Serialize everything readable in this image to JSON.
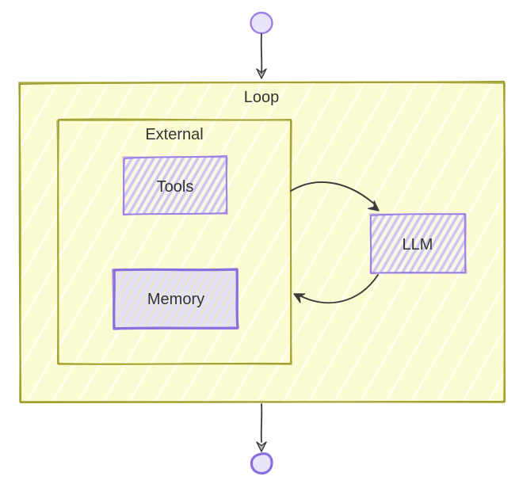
{
  "diagram": {
    "type": "flowchart",
    "direction": "top-down",
    "nodes": {
      "start": {
        "shape": "circle",
        "label": ""
      },
      "loop": {
        "shape": "container",
        "label": "Loop"
      },
      "external": {
        "shape": "container",
        "label": "External",
        "parent": "loop"
      },
      "tools": {
        "shape": "rect",
        "label": "Tools",
        "parent": "external"
      },
      "memory": {
        "shape": "rect",
        "label": "Memory",
        "parent": "external"
      },
      "llm": {
        "shape": "rect",
        "label": "LLM",
        "parent": "loop"
      },
      "end": {
        "shape": "circle",
        "label": ""
      }
    },
    "edges": [
      {
        "from": "start",
        "to": "loop"
      },
      {
        "from": "external",
        "to": "llm"
      },
      {
        "from": "llm",
        "to": "external"
      },
      {
        "from": "loop",
        "to": "end"
      }
    ],
    "colors": {
      "background": "#ffffff",
      "container_fill": "#fcfcd2",
      "container_hatch": "#ffffff",
      "container_stroke": "#a2a02f",
      "node_hatch_bg": "#f9f7e6",
      "node_hatch_line": "#cdc5f1",
      "node_stroke": "#9b7fe6",
      "memory_fill": "#e3e0f8",
      "memory_hatch_line": "#f1ecb9",
      "memory_stroke": "#8a6fdf",
      "terminal_fill": "#e9e6fb",
      "arrow": "#3a3a3a",
      "text": "#333333"
    }
  }
}
